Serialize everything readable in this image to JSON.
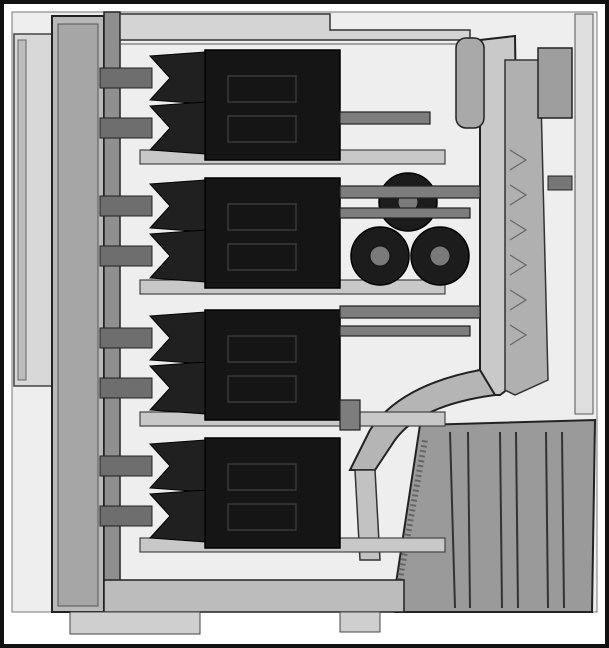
{
  "figure": {
    "kind": "technical-cutaway-drawing",
    "style": "grayscale",
    "text_labels": [],
    "components": {
      "battery_modules": 4,
      "cells_per_module": 2,
      "round_cylinders": 3
    },
    "colors": {
      "background": "#ffffff",
      "frame_border": "#111111",
      "housing_fill": "#dcdcdc",
      "housing_dark": "#8f8f8f",
      "module_body": "#151515",
      "module_detail": "#3a3a3a",
      "connector": "#6e6e6e",
      "rail": "#c8c8c8",
      "cylinder_outer": "#1c1c1c",
      "cylinder_core": "#7a7a7a",
      "duct_fill": "#b5b5b5",
      "tray_fill": "#9a9a9a"
    }
  }
}
